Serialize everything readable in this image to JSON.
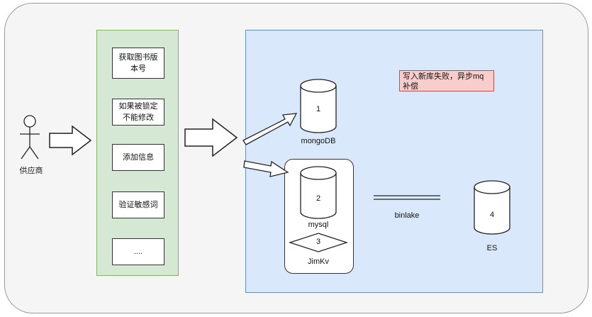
{
  "actor": {
    "label": "供应商"
  },
  "steps": [
    {
      "label": "获取图书版本号"
    },
    {
      "label": "如果被锁定不能修改"
    },
    {
      "label": "添加信息"
    },
    {
      "label": "验证敏感词"
    },
    {
      "label": "...."
    }
  ],
  "note": {
    "text": "写入新库失败，异步mq补偿"
  },
  "databases": {
    "mongo": {
      "number": "1",
      "label": "mongoDB"
    },
    "mysql": {
      "number": "2",
      "label": "mysql"
    },
    "jimkv": {
      "number": "3",
      "label": "JimKv"
    },
    "es": {
      "number": "4",
      "label": "ES"
    }
  },
  "link": {
    "label": "binlake"
  },
  "colors": {
    "green_fill": "#d5e8d4",
    "green_stroke": "#82b366",
    "blue_fill": "#dae8fc",
    "blue_stroke": "#6c8ebf",
    "note_fill": "#f8cecc",
    "note_stroke": "#b85450"
  }
}
